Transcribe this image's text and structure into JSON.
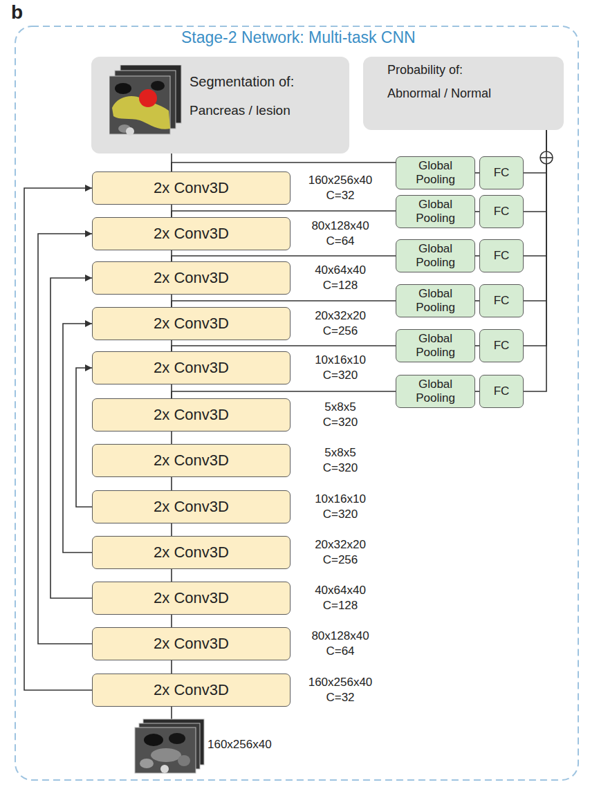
{
  "diagram": {
    "title": "Stage-2 Network: Multi-task CNN",
    "nodes": [
      {
        "text": [
          "Segmentation of:",
          "Pancreas / lesion"
        ]
      },
      {
        "text": [
          "Probability of:",
          "Abnormal / Normal"
        ]
      },
      {
        "text": [
          "2x Conv3D"
        ]
      },
      {
        "text": [
          "2x Conv3D"
        ]
      },
      {
        "text": [
          "2x Conv3D"
        ]
      },
      {
        "text": [
          "2x Conv3D"
        ]
      },
      {
        "text": [
          "2x Conv3D"
        ]
      },
      {
        "text": [
          "2x Conv3D"
        ]
      },
      {
        "text": [
          "2x Conv3D"
        ]
      },
      {
        "text": [
          "2x Conv3D"
        ]
      },
      {
        "text": [
          "2x Conv3D"
        ]
      },
      {
        "text": [
          "2x Conv3D"
        ]
      },
      {
        "text": [
          "2x Conv3D"
        ]
      },
      {
        "text": [
          "2x Conv3D"
        ]
      },
      {
        "text": [
          "Global Pooling"
        ]
      },
      {
        "text": [
          "Global Pooling"
        ]
      },
      {
        "text": [
          "Global Pooling"
        ]
      },
      {
        "text": [
          "Global Pooling"
        ]
      },
      {
        "text": [
          "Global Pooling"
        ]
      },
      {
        "text": [
          "Global Pooling"
        ]
      },
      {
        "text": [
          "FC"
        ]
      },
      {
        "text": [
          "FC"
        ]
      },
      {
        "text": [
          "FC"
        ]
      },
      {
        "text": [
          "FC"
        ]
      },
      {
        "text": [
          "FC"
        ]
      },
      {
        "text": [
          "FC"
        ]
      }
    ],
    "edges": [
      {
        "from": 2,
        "to": 0,
        "arrow": "none"
      },
      {
        "from": 3,
        "to": 2,
        "arrow": "none"
      },
      {
        "from": 4,
        "to": 3,
        "arrow": "none"
      },
      {
        "from": 5,
        "to": 4,
        "arrow": "none"
      },
      {
        "from": 6,
        "to": 5,
        "arrow": "none"
      },
      {
        "from": 7,
        "to": 6,
        "arrow": "none"
      },
      {
        "from": 8,
        "to": 7,
        "arrow": "none"
      },
      {
        "from": 9,
        "to": 8,
        "arrow": "none"
      },
      {
        "from": 10,
        "to": 9,
        "arrow": "none"
      },
      {
        "from": 11,
        "to": 10,
        "arrow": "none"
      },
      {
        "from": 12,
        "to": 11,
        "arrow": "none"
      },
      {
        "from": 13,
        "to": 12,
        "arrow": "none"
      },
      {
        "from": 13,
        "to": 2,
        "arrow": "to"
      },
      {
        "from": 12,
        "to": 3,
        "arrow": "to"
      },
      {
        "from": 11,
        "to": 4,
        "arrow": "to"
      },
      {
        "from": 10,
        "to": 5,
        "arrow": "to"
      },
      {
        "from": 9,
        "to": 6,
        "arrow": "to"
      },
      {
        "from": 2,
        "to": 14,
        "arrow": "none"
      },
      {
        "from": 3,
        "to": 15,
        "arrow": "none"
      },
      {
        "from": 4,
        "to": 16,
        "arrow": "none"
      },
      {
        "from": 5,
        "to": 17,
        "arrow": "none"
      },
      {
        "from": 6,
        "to": 18,
        "arrow": "none"
      },
      {
        "from": 7,
        "to": 19,
        "arrow": "none"
      },
      {
        "from": 14,
        "to": 20,
        "arrow": "none"
      },
      {
        "from": 15,
        "to": 21,
        "arrow": "none"
      },
      {
        "from": 16,
        "to": 22,
        "arrow": "none"
      },
      {
        "from": 17,
        "to": 23,
        "arrow": "none"
      },
      {
        "from": 18,
        "to": 24,
        "arrow": "none"
      },
      {
        "from": 19,
        "to": 25,
        "arrow": "none"
      },
      {
        "from": 20,
        "to": 1,
        "arrow": "none"
      },
      {
        "from": 21,
        "to": 1,
        "arrow": "none"
      },
      {
        "from": 22,
        "to": 1,
        "arrow": "none"
      },
      {
        "from": 23,
        "to": 1,
        "arrow": "none"
      },
      {
        "from": 24,
        "to": 1,
        "arrow": "none"
      },
      {
        "from": 25,
        "to": 1,
        "arrow": "none"
      }
    ],
    "labels": [
      "b",
      "160x256x40",
      "C=32",
      "80x128x40",
      "C=64",
      "40x64x40",
      "C=128",
      "20x32x20",
      "C=256",
      "10x16x10",
      "C=320",
      "5x8x5",
      "C=320",
      "5x8x5",
      "C=320",
      "10x16x10",
      "C=320",
      "20x32x20",
      "C=256",
      "40x64x40",
      "C=128",
      "80x128x40",
      "C=64",
      "160x256x40",
      "C=32",
      "160x256x40"
    ]
  }
}
